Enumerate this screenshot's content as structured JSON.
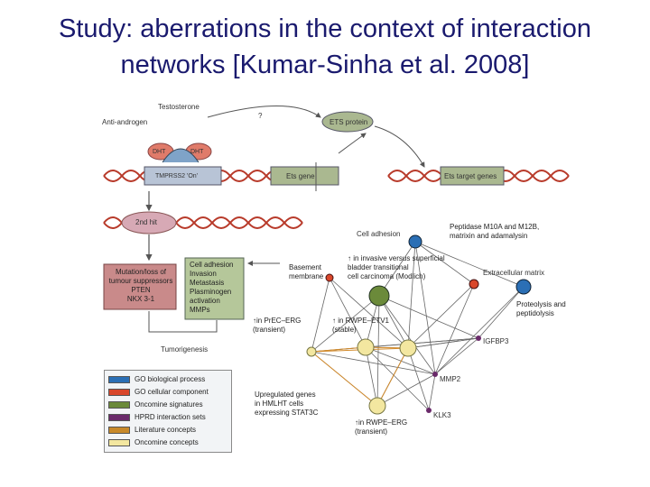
{
  "title": {
    "line1": "Study: aberrations in the context of interaction",
    "line2": "networks [Kumar-Sinha et al. 2008]"
  },
  "pathway": {
    "testosterone": "Testosterone",
    "anti_androgen": "Anti-androgen",
    "question": "?",
    "dht": "DHT",
    "tmprss2": "TMPRSS2 'On'",
    "ets_protein": "ETS protein",
    "ets_gene": "Ets gene",
    "ets_target_genes": "Ets target genes",
    "second_hit": "2nd hit",
    "mutation_box": [
      "Mutation/loss of",
      "tumour suppressors",
      "PTEN",
      "NKX 3-1"
    ],
    "features_box": [
      "Cell adhesion",
      "Invasion",
      "Metastasis",
      "Plasminogen",
      "activation",
      "MMPs"
    ],
    "tumorigenesis": "Tumorigenesis"
  },
  "network": {
    "cell_adhesion": "Cell adhesion",
    "peptidase": [
      "Peptidase M10A and M12B,",
      "matrixin and adamalysin"
    ],
    "invasive_vs_superficial": [
      "↑ in invasive versus superficial",
      "bladder transitional",
      "cell carcinoma (Modlich)"
    ],
    "basement_membrane": [
      "Basement",
      "membrane"
    ],
    "extracellular_matrix": "Extracellular matrix",
    "proteolysis": [
      "Proteolysis and",
      "peptidolysis"
    ],
    "prec_erg": [
      "↑in PrEC–ERG",
      "(transient)"
    ],
    "rwpe_etv1": [
      "↑ in RWPE–ETV1",
      "(stable)"
    ],
    "igfbp3": "IGFBP3",
    "mmp2": "MMP2",
    "klk3": "KLK3",
    "upregulated": [
      "Upregulated genes",
      "in HMLHT cells",
      "expressing STAT3C"
    ],
    "rwpe_erg": [
      "↑in RWPE–ERG",
      "(transient)"
    ]
  },
  "legend": {
    "items": [
      {
        "label": "GO biological process",
        "color": "#2b6fb5"
      },
      {
        "label": "GO cellular component",
        "color": "#d9472b"
      },
      {
        "label": "Oncomine signatures",
        "color": "#6b8a3a"
      },
      {
        "label": "HPRD interaction sets",
        "color": "#6a2a6a"
      },
      {
        "label": "Literature concepts",
        "color": "#c8892a"
      },
      {
        "label": "Oncomine concepts",
        "color": "#f3e7a0"
      }
    ]
  },
  "colors": {
    "title": "#1a1a6e",
    "dna": "#b83a2a",
    "ets_protein": "#aab890",
    "mutation_box": "#c98a8a",
    "features_box": "#b5c79a",
    "second_hit": "#d7a9b5"
  }
}
